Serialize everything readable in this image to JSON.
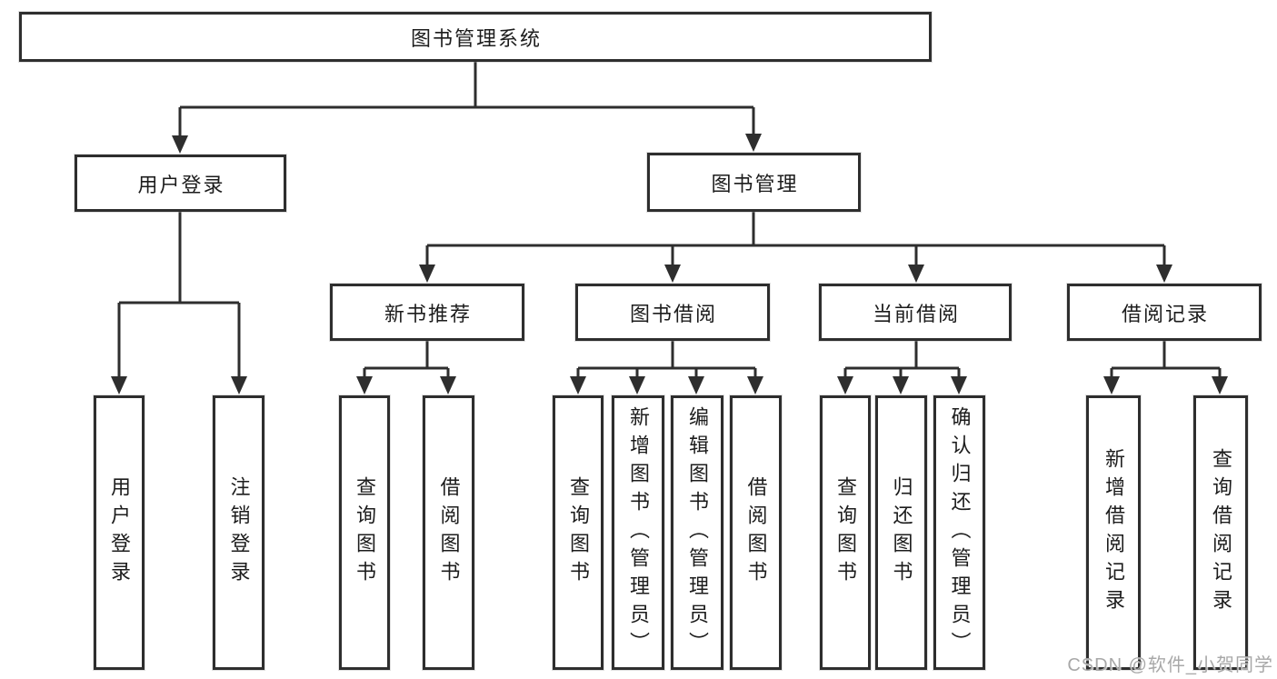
{
  "diagram_title": "图书管理系统",
  "tree": {
    "label": "图书管理系统",
    "children": [
      {
        "label": "用户登录",
        "children": [
          {
            "label": "用户登录"
          },
          {
            "label": "注销登录"
          }
        ]
      },
      {
        "label": "图书管理",
        "children": [
          {
            "label": "新书推荐",
            "children": [
              {
                "label": "查询图书"
              },
              {
                "label": "借阅图书"
              }
            ]
          },
          {
            "label": "图书借阅",
            "children": [
              {
                "label": "查询图书"
              },
              {
                "label": "新增图书（管理员）"
              },
              {
                "label": "编辑图书（管理员）"
              },
              {
                "label": "借阅图书"
              }
            ]
          },
          {
            "label": "当前借阅",
            "children": [
              {
                "label": "查询图书"
              },
              {
                "label": "归还图书"
              },
              {
                "label": "确认归还（管理员）"
              }
            ]
          },
          {
            "label": "借阅记录",
            "children": [
              {
                "label": "新增借阅记录"
              },
              {
                "label": "查询借阅记录"
              }
            ]
          }
        ]
      }
    ]
  },
  "watermark": {
    "text": "CSDN @软件_小贺同学"
  },
  "colors": {
    "line": "#2e2e2e",
    "box_border": "#2e2e2e",
    "box_fill": "#ffffff",
    "text": "#1c1c1c",
    "watermark": "#a8a8a8",
    "background": "#ffffff"
  }
}
